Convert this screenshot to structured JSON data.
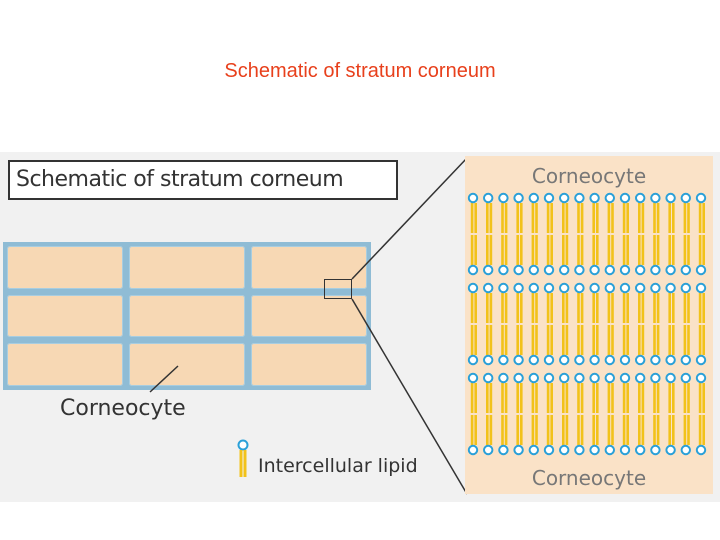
{
  "slide": {
    "title": "Schematic of stratum corneum"
  },
  "figure": {
    "panel_title": "Schematic of stratum corneum",
    "corneocyte_label": "Corneocyte",
    "lipid_legend_label": "Intercellular lipid",
    "zoom_top_label": "Corneocyte",
    "zoom_bottom_label": "Corneocyte"
  },
  "colors": {
    "title": "#e8401c",
    "corneocyte_fill": "#f7d8b4",
    "lipid_border": "#8fbcd5",
    "lipid_head": "#2aa0d8",
    "lipid_tail": "#f2c21a"
  }
}
